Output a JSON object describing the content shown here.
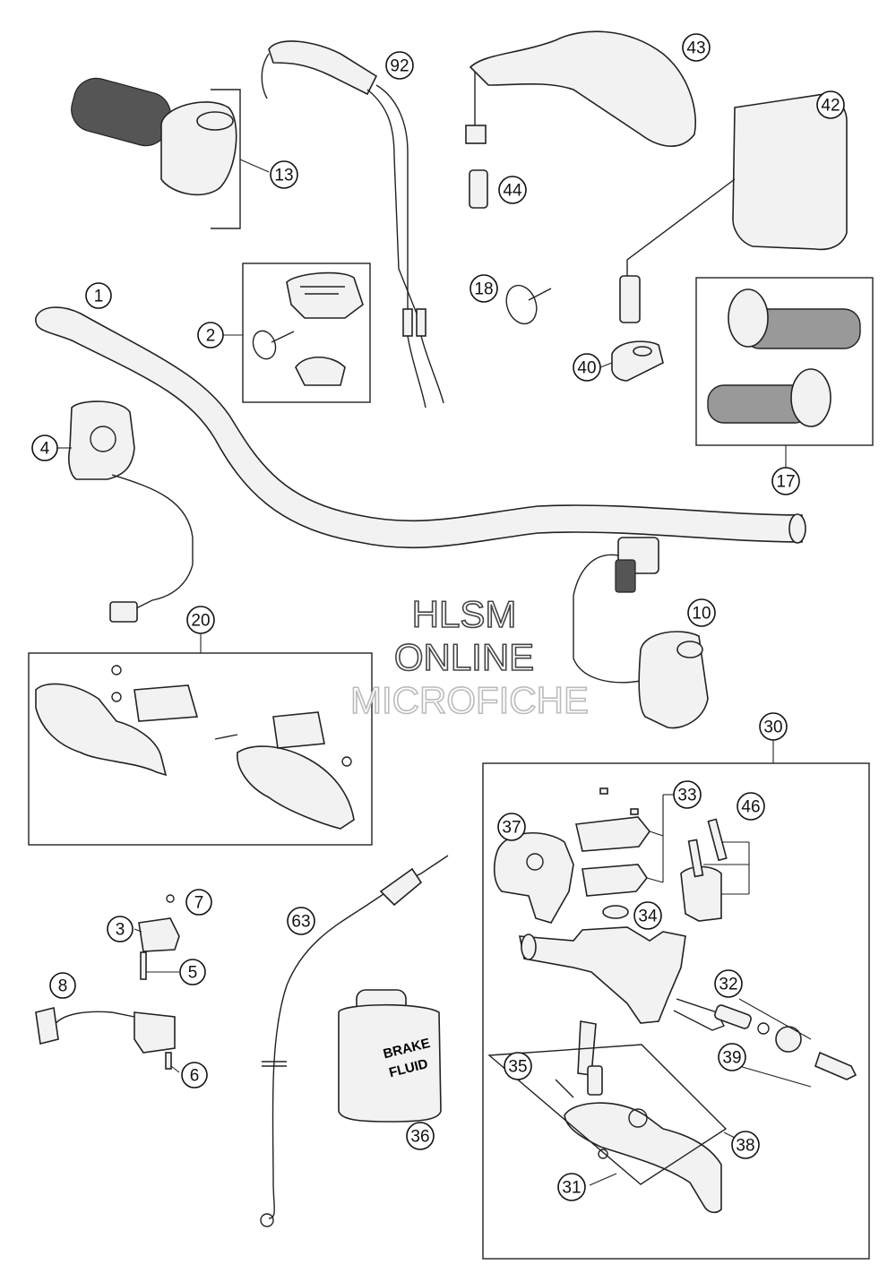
{
  "watermark": {
    "line1": "HLSM",
    "line2": "ONLINE",
    "line3": "MICROFICHE"
  },
  "bottle_label": {
    "line1": "BRAKE",
    "line2": "FLUID"
  },
  "callouts": {
    "c1": "1",
    "c2": "2",
    "c3": "3",
    "c4": "4",
    "c5": "5",
    "c6": "6",
    "c7": "7",
    "c8": "8",
    "c10": "10",
    "c13": "13",
    "c17": "17",
    "c18": "18",
    "c20": "20",
    "c30": "30",
    "c31": "31",
    "c32": "32",
    "c33": "33",
    "c34": "34",
    "c35": "35",
    "c36": "36",
    "c37": "37",
    "c38": "38",
    "c39": "39",
    "c40": "40",
    "c42": "42",
    "c43": "43",
    "c44": "44",
    "c46": "46",
    "c63": "63",
    "c92": "92"
  }
}
